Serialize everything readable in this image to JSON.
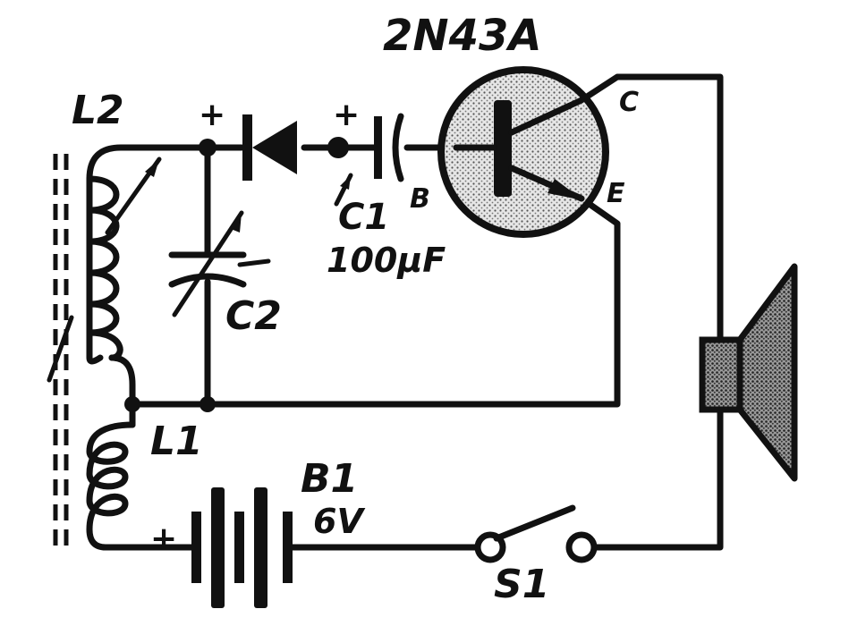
{
  "diagram": {
    "transistor": {
      "type": "2N43A",
      "base": "B",
      "collector": "C",
      "emitter": "E"
    },
    "coil_l2": {
      "label": "L2"
    },
    "coil_l1": {
      "label": "L1"
    },
    "capacitor_c1": {
      "label": "C1",
      "value": "100μF",
      "polarity": "+"
    },
    "capacitor_c2": {
      "label": "C2"
    },
    "diode": {
      "polarity": "+"
    },
    "battery": {
      "label": "B1",
      "voltage": "6V",
      "polarity": "+"
    },
    "switch": {
      "label": "S1"
    },
    "speaker": {
      "icon": "speaker-icon"
    }
  }
}
